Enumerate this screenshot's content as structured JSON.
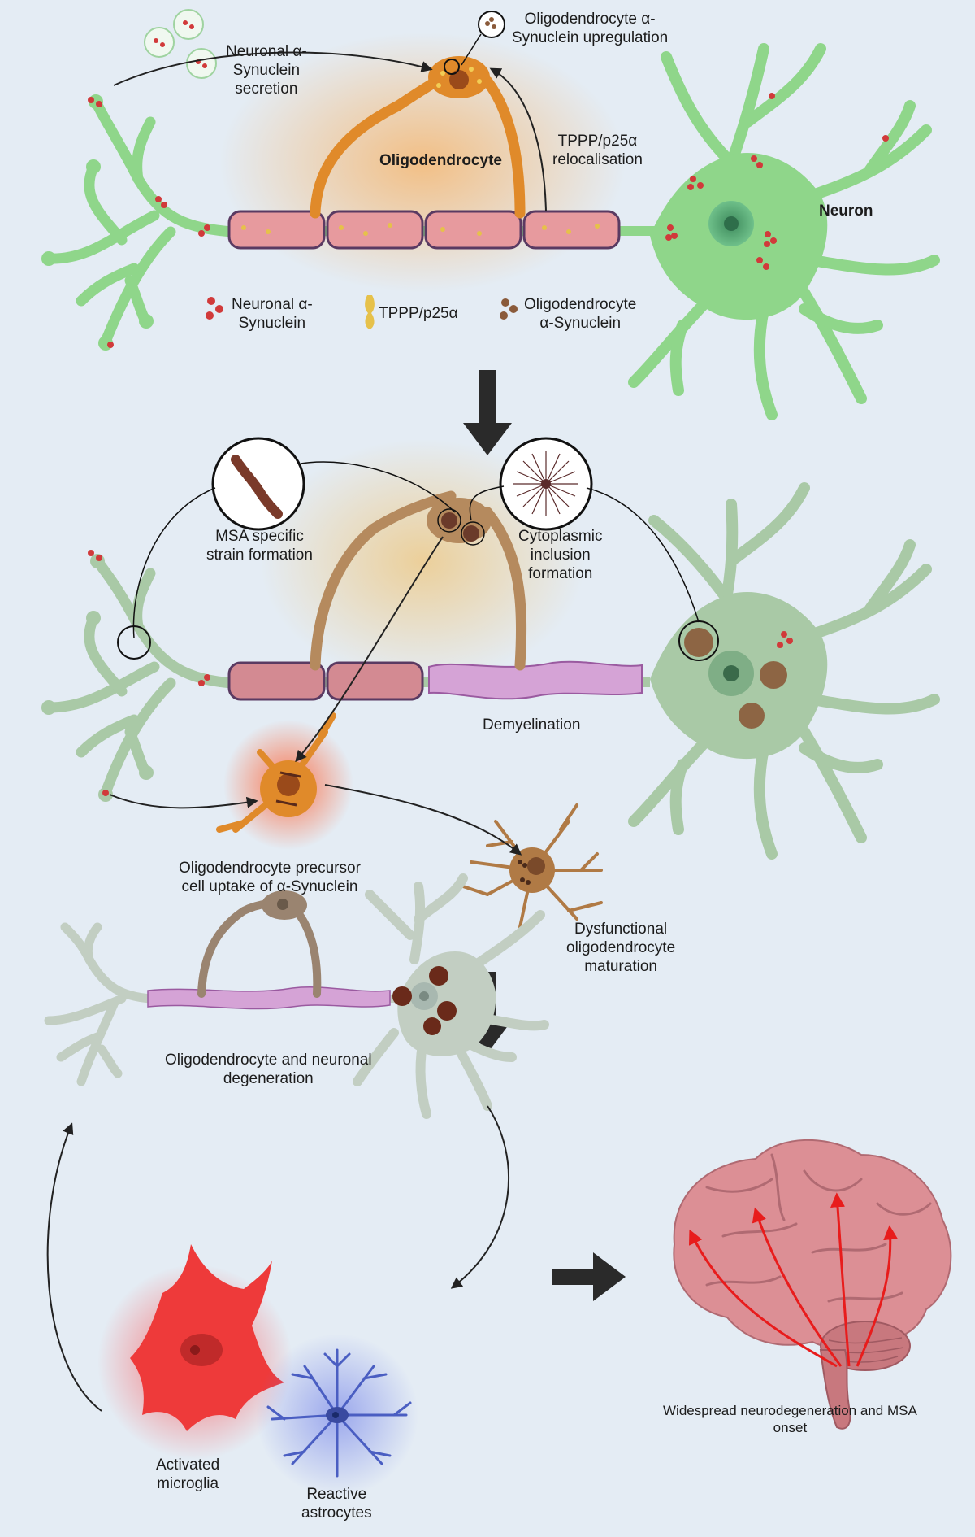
{
  "labels": {
    "neuronal_secretion": {
      "l1": "Neuronal α-",
      "l2": "Synuclein",
      "l3": "secretion"
    },
    "oligo_upregulation": {
      "l1": "Oligodendrocyte α-",
      "l2": "Synuclein upregulation"
    },
    "tppp_reloc": {
      "l1": "TPPP/p25α",
      "l2": "relocalisation"
    },
    "oligodendrocyte": "Oligodendrocyte",
    "neuron": "Neuron",
    "legend_neuronal": {
      "l1": "Neuronal α-",
      "l2": "Synuclein"
    },
    "legend_tppp": "TPPP/p25α",
    "legend_oligo": {
      "l1": "Oligodendrocyte",
      "l2": "α-Synuclein"
    },
    "msa_strain": {
      "l1": "MSA specific",
      "l2": "strain formation"
    },
    "cytoplasmic": {
      "l1": "Cytoplasmic",
      "l2": "inclusion",
      "l3": "formation"
    },
    "demyelination": "Demyelination",
    "opc_uptake": {
      "l1": "Oligodendrocyte precursor",
      "l2": "cell uptake of α-Synuclein"
    },
    "dysfunctional": {
      "l1": "Dysfunctional",
      "l2": "oligodendrocyte",
      "l3": "maturation"
    },
    "degeneration": {
      "l1": "Oligodendrocyte and neuronal",
      "l2": "degeneration"
    },
    "microglia": {
      "l1": "Activated",
      "l2": "microglia"
    },
    "astrocytes": {
      "l1": "Reactive",
      "l2": "astrocytes"
    },
    "widespread": {
      "l1": "Widespread neurodegeneration and MSA",
      "l2": "onset"
    }
  },
  "colors": {
    "background": "#e4ecf4",
    "neuron_healthy": "#8fd68a",
    "neuron_stressed": "#a9c9a6",
    "neuron_degenerated": "#c2cec2",
    "oligodendrocyte": "#e08a2a",
    "oligo_sick": "#b58a5e",
    "myelin": "#e79a9e",
    "myelin_border": "#5a3a62",
    "neuronal_synuclein": "#d13a3a",
    "tppp": "#e6c14a",
    "oligo_synuclein": "#8a5a3a",
    "microglia": "#ee3a3a",
    "astrocyte": "#4a5ec2",
    "brain": "#dc8f95",
    "flow_arrow": "#2a2a2a",
    "brain_arrows": "#e81c1c"
  },
  "icons": [
    "vesicle-icon",
    "fibril-icon",
    "inclusion-icon",
    "down-arrow-icon",
    "right-arrow-icon",
    "brain-icon"
  ]
}
